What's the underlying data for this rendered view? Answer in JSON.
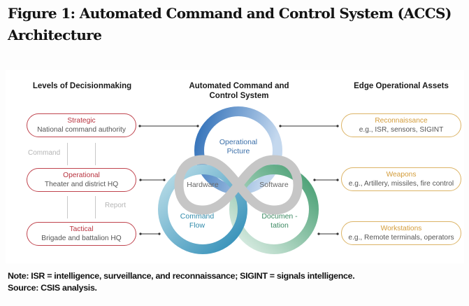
{
  "figure": {
    "title": "Figure 1: Automated Command and Control System (ACCS) Architecture"
  },
  "columns": {
    "left_header": "Levels of Decisionmaking",
    "center_header": "Automated Command and Control System",
    "right_header": "Edge Operational Assets"
  },
  "levels": [
    {
      "title": "Strategic",
      "desc": "National command authority"
    },
    {
      "title": "Operational",
      "desc": "Theater and district HQ"
    },
    {
      "title": "Tactical",
      "desc": "Brigade and battalion HQ"
    }
  ],
  "flows": {
    "down": "Command",
    "up": "Report"
  },
  "system": {
    "rings": [
      {
        "label": "Operational Picture",
        "color": "#3f7fc4"
      },
      {
        "label": "Command Flow",
        "color": "#3a9ac0"
      },
      {
        "label": "Documen -tation",
        "color": "#4f9e78"
      }
    ],
    "infinity": {
      "left": "Hardware",
      "right": "Software",
      "color": "#c8c8c8"
    }
  },
  "assets": [
    {
      "title": "Reconnaissance",
      "desc": "e.g., ISR, sensors, SIGINT"
    },
    {
      "title": "Weapons",
      "desc": "e.g., Artillery, missiles, fire control"
    },
    {
      "title": "Workstations",
      "desc": "e.g., Remote terminals, operators"
    }
  ],
  "footer": {
    "note": "Note: ISR = intelligence, surveillance, and reconnaissance; SIGINT = signals intelligence.",
    "source": "Source: CSIS analysis."
  },
  "colors": {
    "levels_border": "#c0454f",
    "assets_border": "#dcb466"
  }
}
